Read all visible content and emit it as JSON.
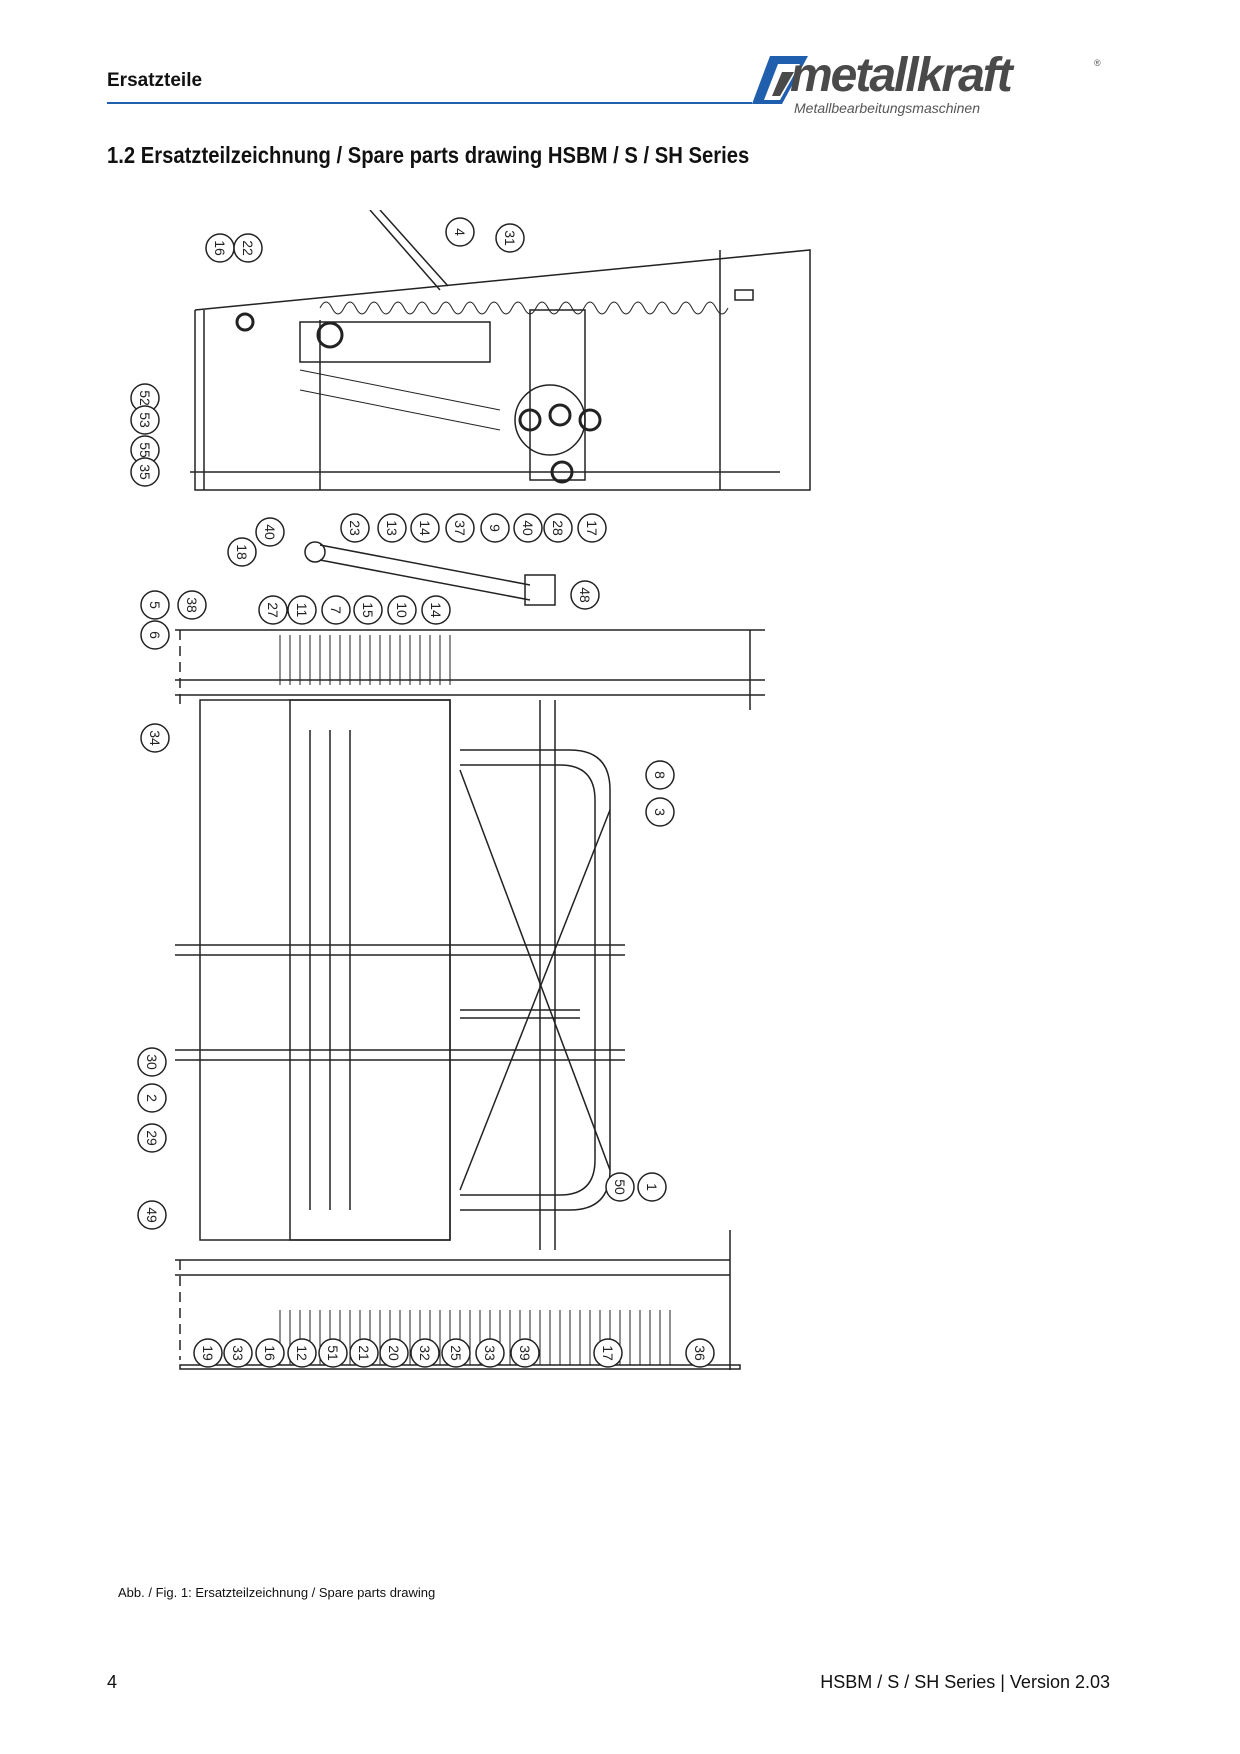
{
  "header": {
    "title": "Ersatzteile",
    "logo": {
      "brand": "metallkraft",
      "registered": "®",
      "tagline": "Metallbearbeitungsmaschinen",
      "accent_color": "#1f5fae"
    }
  },
  "section": {
    "number": "1.2",
    "title": "1.2   Ersatzteilzeichnung / Spare parts drawing HSBM / S / SH  Series"
  },
  "drawing": {
    "part_labels": [
      "16",
      "22",
      "4",
      "31",
      "52",
      "53",
      "55",
      "35",
      "23",
      "13",
      "14",
      "37",
      "9",
      "40",
      "28",
      "17",
      "40",
      "18",
      "5",
      "38",
      "6",
      "27",
      "11",
      "7",
      "15",
      "10",
      "14",
      "48",
      "34",
      "8",
      "3",
      "30",
      "2",
      "29",
      "49",
      "50",
      "1",
      "19",
      "33",
      "16",
      "12",
      "51",
      "21",
      "20",
      "32",
      "25",
      "33",
      "39",
      "17",
      "36"
    ]
  },
  "caption": "Abb. / Fig. 1: Ersatzteilzeichnung / Spare parts drawing",
  "footer": {
    "page_number": "4",
    "document": "HSBM / S / SH  Series | Version 2.03"
  }
}
